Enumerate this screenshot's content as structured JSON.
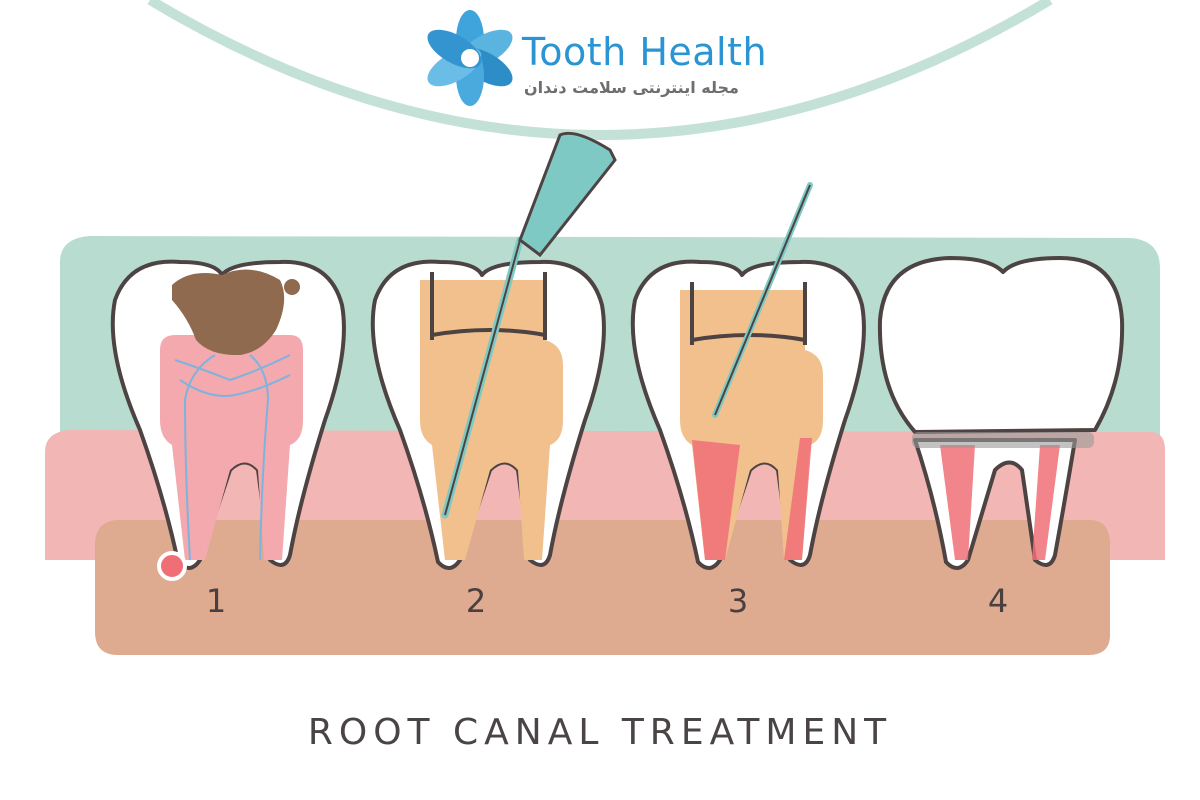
{
  "header": {
    "brand_name": "Tooth Health",
    "brand_subtitle": "مجله اینترنتی سلامت دندان"
  },
  "steps": [
    "1",
    "2",
    "3",
    "4"
  ],
  "caption": "ROOT CANAL TREATMENT",
  "colors": {
    "gum_mint": "#b9dcd0",
    "gum_pink": "#f2b6b4",
    "bone": "#deaa90",
    "pulp_infected": "#f3a9ad",
    "filling": "#f1c08c",
    "decay": "#8f6a4f",
    "instrument": "#7fc9c4",
    "outline": "#4d4343",
    "brand_blue": "#2a95d2"
  }
}
